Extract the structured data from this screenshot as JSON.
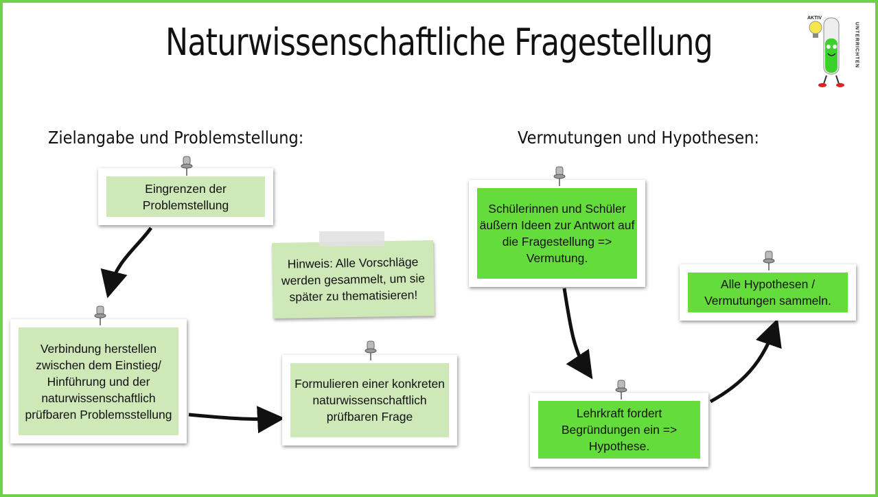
{
  "title": "Naturwissenschaftliche Fragestellung",
  "logo": {
    "top_text": "AKTIV",
    "side_text": "UNTERRICHTEN"
  },
  "left_section": {
    "heading": "Zielangabe und Problemstellung:",
    "cards": [
      "Eingrenzen der Problemstellung",
      "Verbindung herstellen zwischen dem Einstieg/ Hinführung und der naturwissenschaftlich prüfbaren Problemsstellung",
      "Formulieren einer konkreten naturwissenschaftlich prüfbaren Frage"
    ],
    "hint": "Hinweis: Alle Vorschläge werden gesammelt, um sie später zu thematisieren!"
  },
  "right_section": {
    "heading": "Vermutungen und Hypothesen:",
    "cards": [
      "Schülerinnen und Schüler äußern Ideen zur Antwort auf die Fragestellung => Vermutung.",
      "Lehrkraft fordert Begründungen ein => Hypothese.",
      "Alle Hypothesen / Vermutungen sammeln."
    ]
  },
  "colors": {
    "frame": "#6fd14a",
    "pale_note": "#cfe8b8",
    "bright_note": "#64dc3c"
  }
}
